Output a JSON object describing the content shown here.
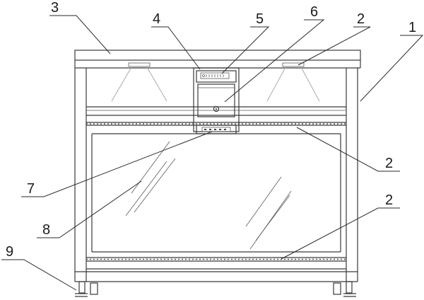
{
  "labels": {
    "l1": "1",
    "l2a": "2",
    "l2b": "2",
    "l2c": "2",
    "l3": "3",
    "l4": "4",
    "l5": "5",
    "l6": "6",
    "l7": "7",
    "l8": "8",
    "l9": "9"
  }
}
